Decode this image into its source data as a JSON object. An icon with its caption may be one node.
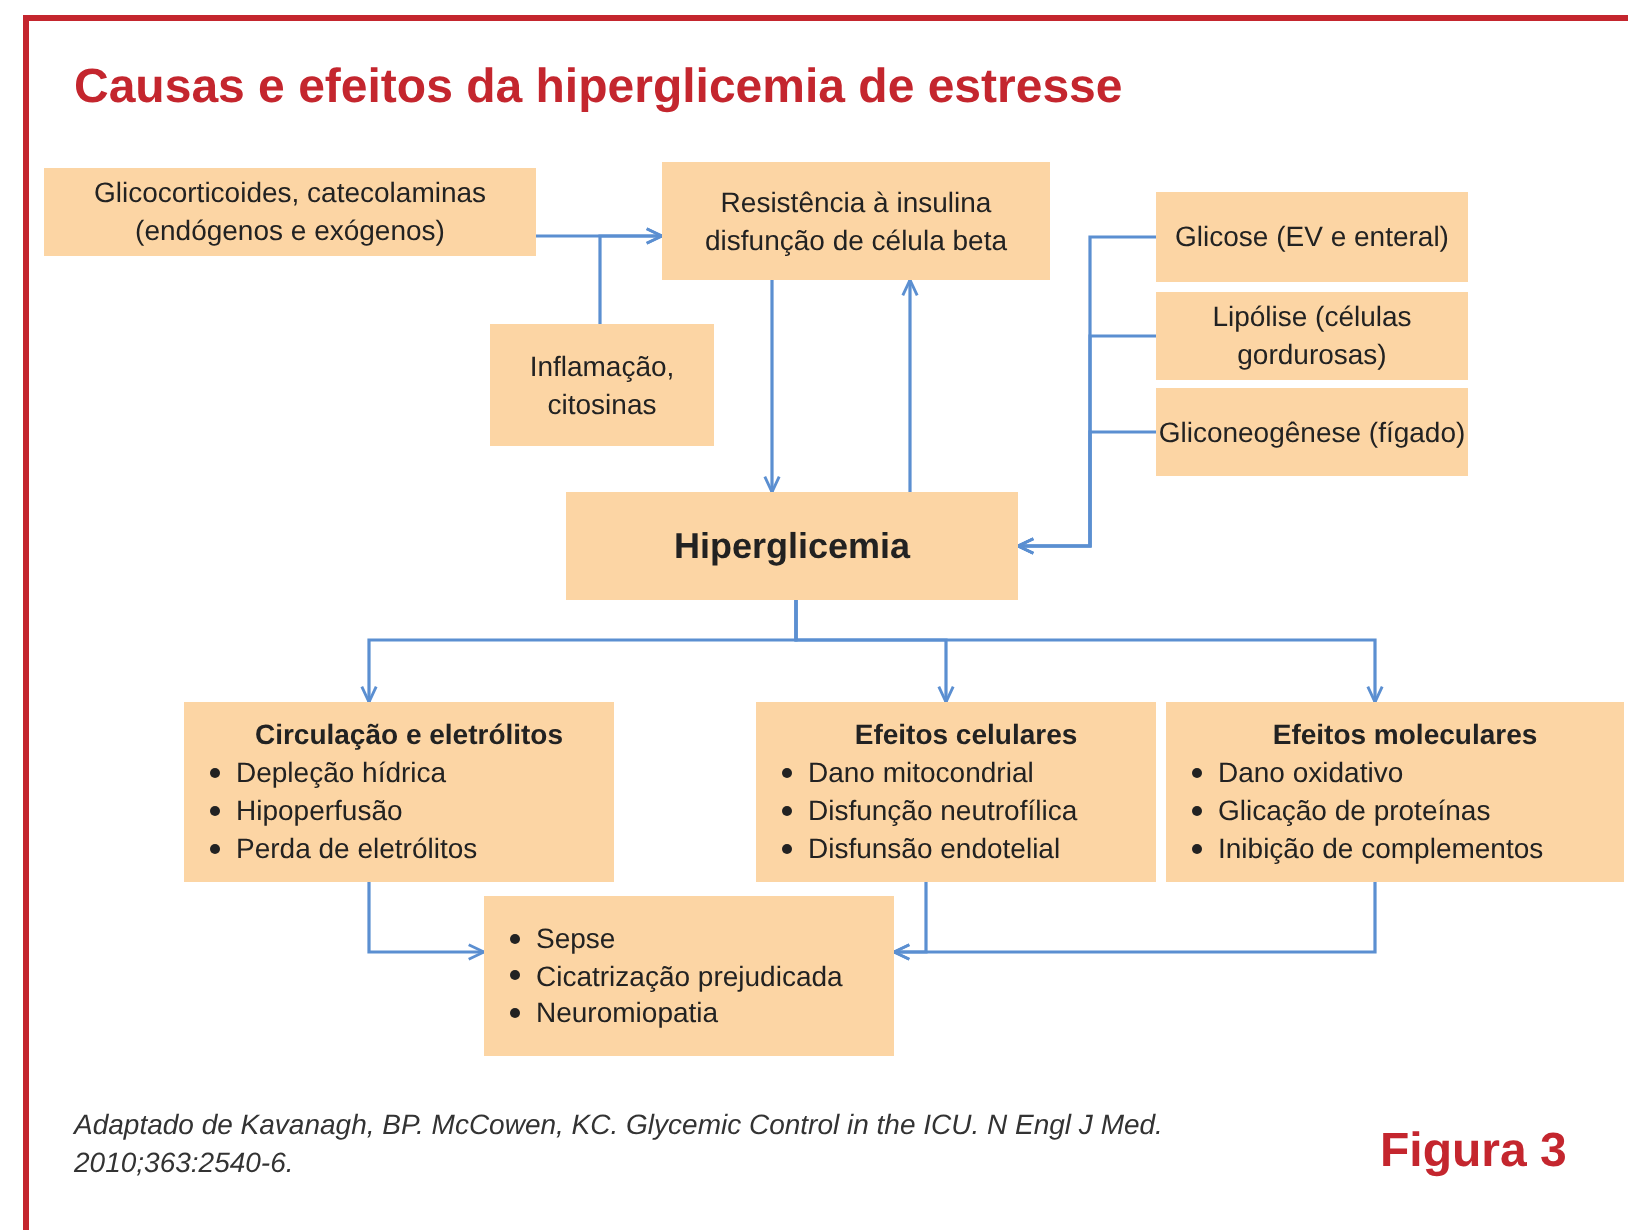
{
  "diagram": {
    "title": "Causas e efeitos da hiperglicemia de estresse",
    "caption": "Adaptado de Kavanagh, BP. McCowen, KC. Glycemic Control in the ICU. N Engl J Med. 2010;363:2540-6.",
    "nodes": [
      {
        "text": [
          "Glicocorticoides, catecolaminas (endógenos e exógenos)"
        ]
      },
      {
        "text": [
          "Resistência à insulina disfunção de célula beta"
        ]
      },
      {
        "text": [
          "Glicose (EV e enteral)"
        ]
      },
      {
        "text": [
          "Lipólise (células gordurosas)"
        ]
      },
      {
        "text": [
          "Inflamação, citosinas"
        ]
      },
      {
        "text": [
          "Gliconeogênese (fígado)"
        ]
      },
      {
        "text": [
          "Hiperglicemia"
        ]
      },
      {
        "text": [
          "Circulação e eletrólitos",
          "Depleção hídrica",
          "Hipoperfusão",
          "Perda de eletrólitos"
        ]
      },
      {
        "text": [
          "Efeitos celulares",
          "Dano mitocondrial",
          "Disfunção neutrofílica",
          "Disfunsão endotelial"
        ]
      },
      {
        "text": [
          "Efeitos moleculares",
          "Dano oxidativo",
          "Glicação de proteínas",
          "Inibição de complementos"
        ]
      },
      {
        "text": [
          "Sepse",
          "Cicatrização prejudicada",
          "Neuromiopatia"
        ]
      }
    ],
    "edges": [
      {
        "from": 0,
        "to": 1,
        "arrow": "to"
      },
      {
        "from": 4,
        "to": 1,
        "arrow": "to"
      },
      {
        "from": 1,
        "to": 6,
        "arrow": "to"
      },
      {
        "from": 6,
        "to": 1,
        "arrow": "to"
      },
      {
        "from": 2,
        "to": 6,
        "arrow": "to"
      },
      {
        "from": 3,
        "to": 6,
        "arrow": "to"
      },
      {
        "from": 5,
        "to": 6,
        "arrow": "to"
      },
      {
        "from": 6,
        "to": 7,
        "arrow": "to"
      },
      {
        "from": 6,
        "to": 8,
        "arrow": "to"
      },
      {
        "from": 6,
        "to": 9,
        "arrow": "to"
      },
      {
        "from": 7,
        "to": 10,
        "arrow": "to"
      },
      {
        "from": 8,
        "to": 10,
        "arrow": "to"
      },
      {
        "from": 9,
        "to": 10,
        "arrow": "to"
      }
    ],
    "labels": [
      "Figura 3"
    ]
  }
}
